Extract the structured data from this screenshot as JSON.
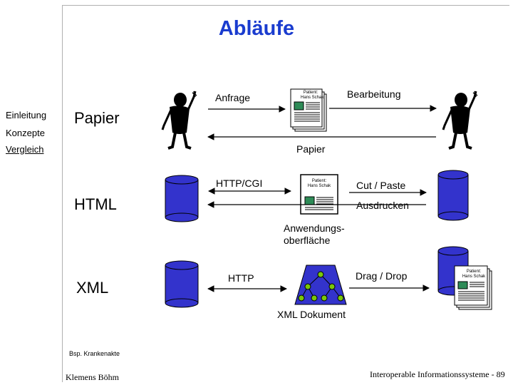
{
  "title": "Abläufe",
  "nav": {
    "einleitung": "Einleitung",
    "konzepte": "Konzepte",
    "vergleich": "Vergleich"
  },
  "rows": {
    "papier": {
      "label": "Papier",
      "anfrage": "Anfrage",
      "bearbeitung": "Bearbeitung",
      "papier_small": "Papier"
    },
    "html": {
      "label": "HTML",
      "http_cgi": "HTTP/CGI",
      "cut_paste": "Cut / Paste",
      "ausdrucken": "Ausdrucken",
      "anwendungs_line1": "Anwendungs-",
      "anwendungs_line2": "oberfläche"
    },
    "xml": {
      "label": "XML",
      "http": "HTTP",
      "drag_drop": "Drag / Drop",
      "xml_dokument": "XML Dokument"
    }
  },
  "document_icon": {
    "line1": "Patient:",
    "line2": "Hans Schak"
  },
  "example": "Bsp. Krankenakte",
  "footer": {
    "author": "Klemens Böhm",
    "course": "Interoperable Informationssysteme - 89"
  },
  "colors": {
    "title": "#1a3ccf",
    "cylinder": "#3333cc",
    "doc_icon": "#2e8b57",
    "tree_bg": "#3333cc",
    "tree_node": "#7ac70a"
  }
}
